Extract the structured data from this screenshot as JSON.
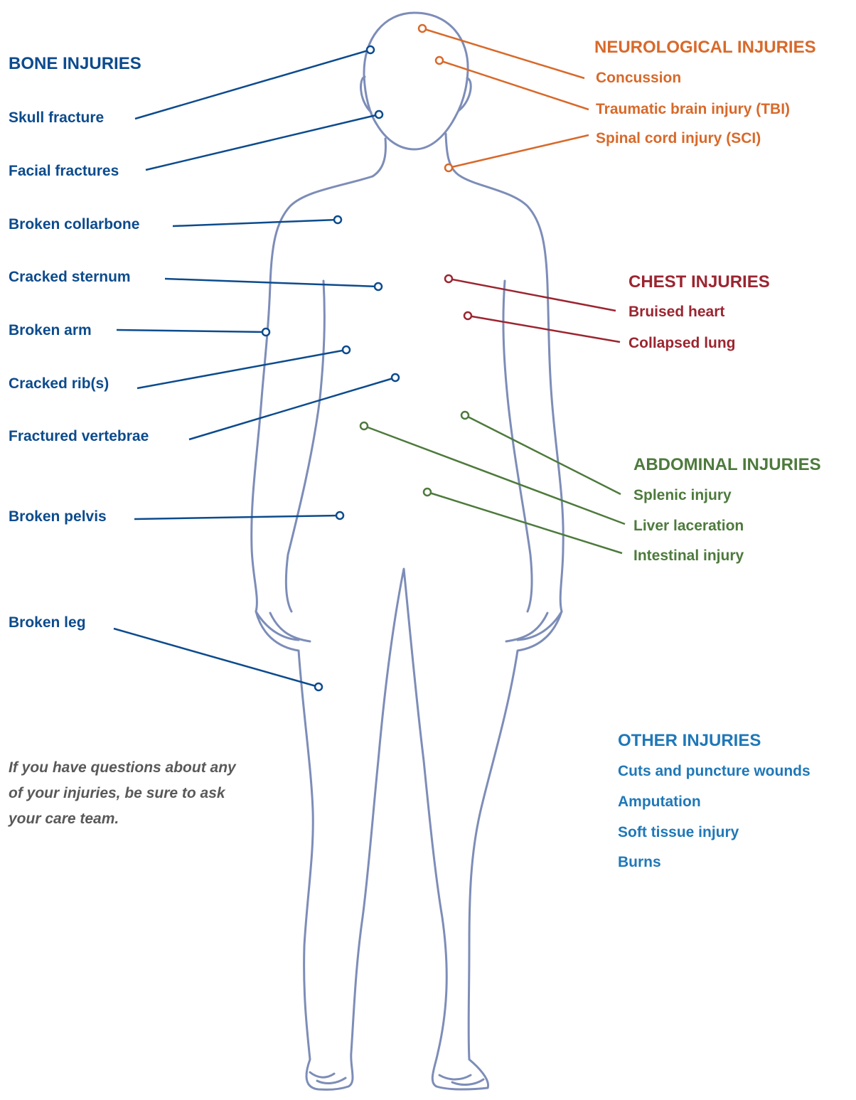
{
  "colors": {
    "bone": "#0c4b8d",
    "neuro": "#d8692a",
    "chest": "#9b2530",
    "abdominal": "#4d7a3c",
    "other": "#1f78b8",
    "note": "#595959",
    "body_outline": "#7d8db8"
  },
  "bone": {
    "title": "BONE INJURIES",
    "items": [
      "Skull fracture",
      "Facial fractures",
      "Broken collarbone",
      "Cracked sternum",
      "Broken arm",
      "Cracked rib(s)",
      "Fractured vertebrae",
      "Broken pelvis",
      "Broken leg"
    ]
  },
  "neuro": {
    "title": "NEUROLOGICAL INJURIES",
    "items": [
      "Concussion",
      "Traumatic brain injury (TBI)",
      "Spinal cord injury (SCI)"
    ]
  },
  "chest": {
    "title": "CHEST INJURIES",
    "items": [
      "Bruised heart",
      "Collapsed lung"
    ]
  },
  "abdominal": {
    "title": "ABDOMINAL INJURIES",
    "items": [
      "Splenic injury",
      "Liver laceration",
      "Intestinal injury"
    ]
  },
  "other": {
    "title": "OTHER INJURIES",
    "items": [
      "Cuts and puncture wounds",
      "Amputation",
      "Soft tissue injury",
      "Burns"
    ]
  },
  "note": "If you have questions about any of your injuries, be sure to ask your care team."
}
